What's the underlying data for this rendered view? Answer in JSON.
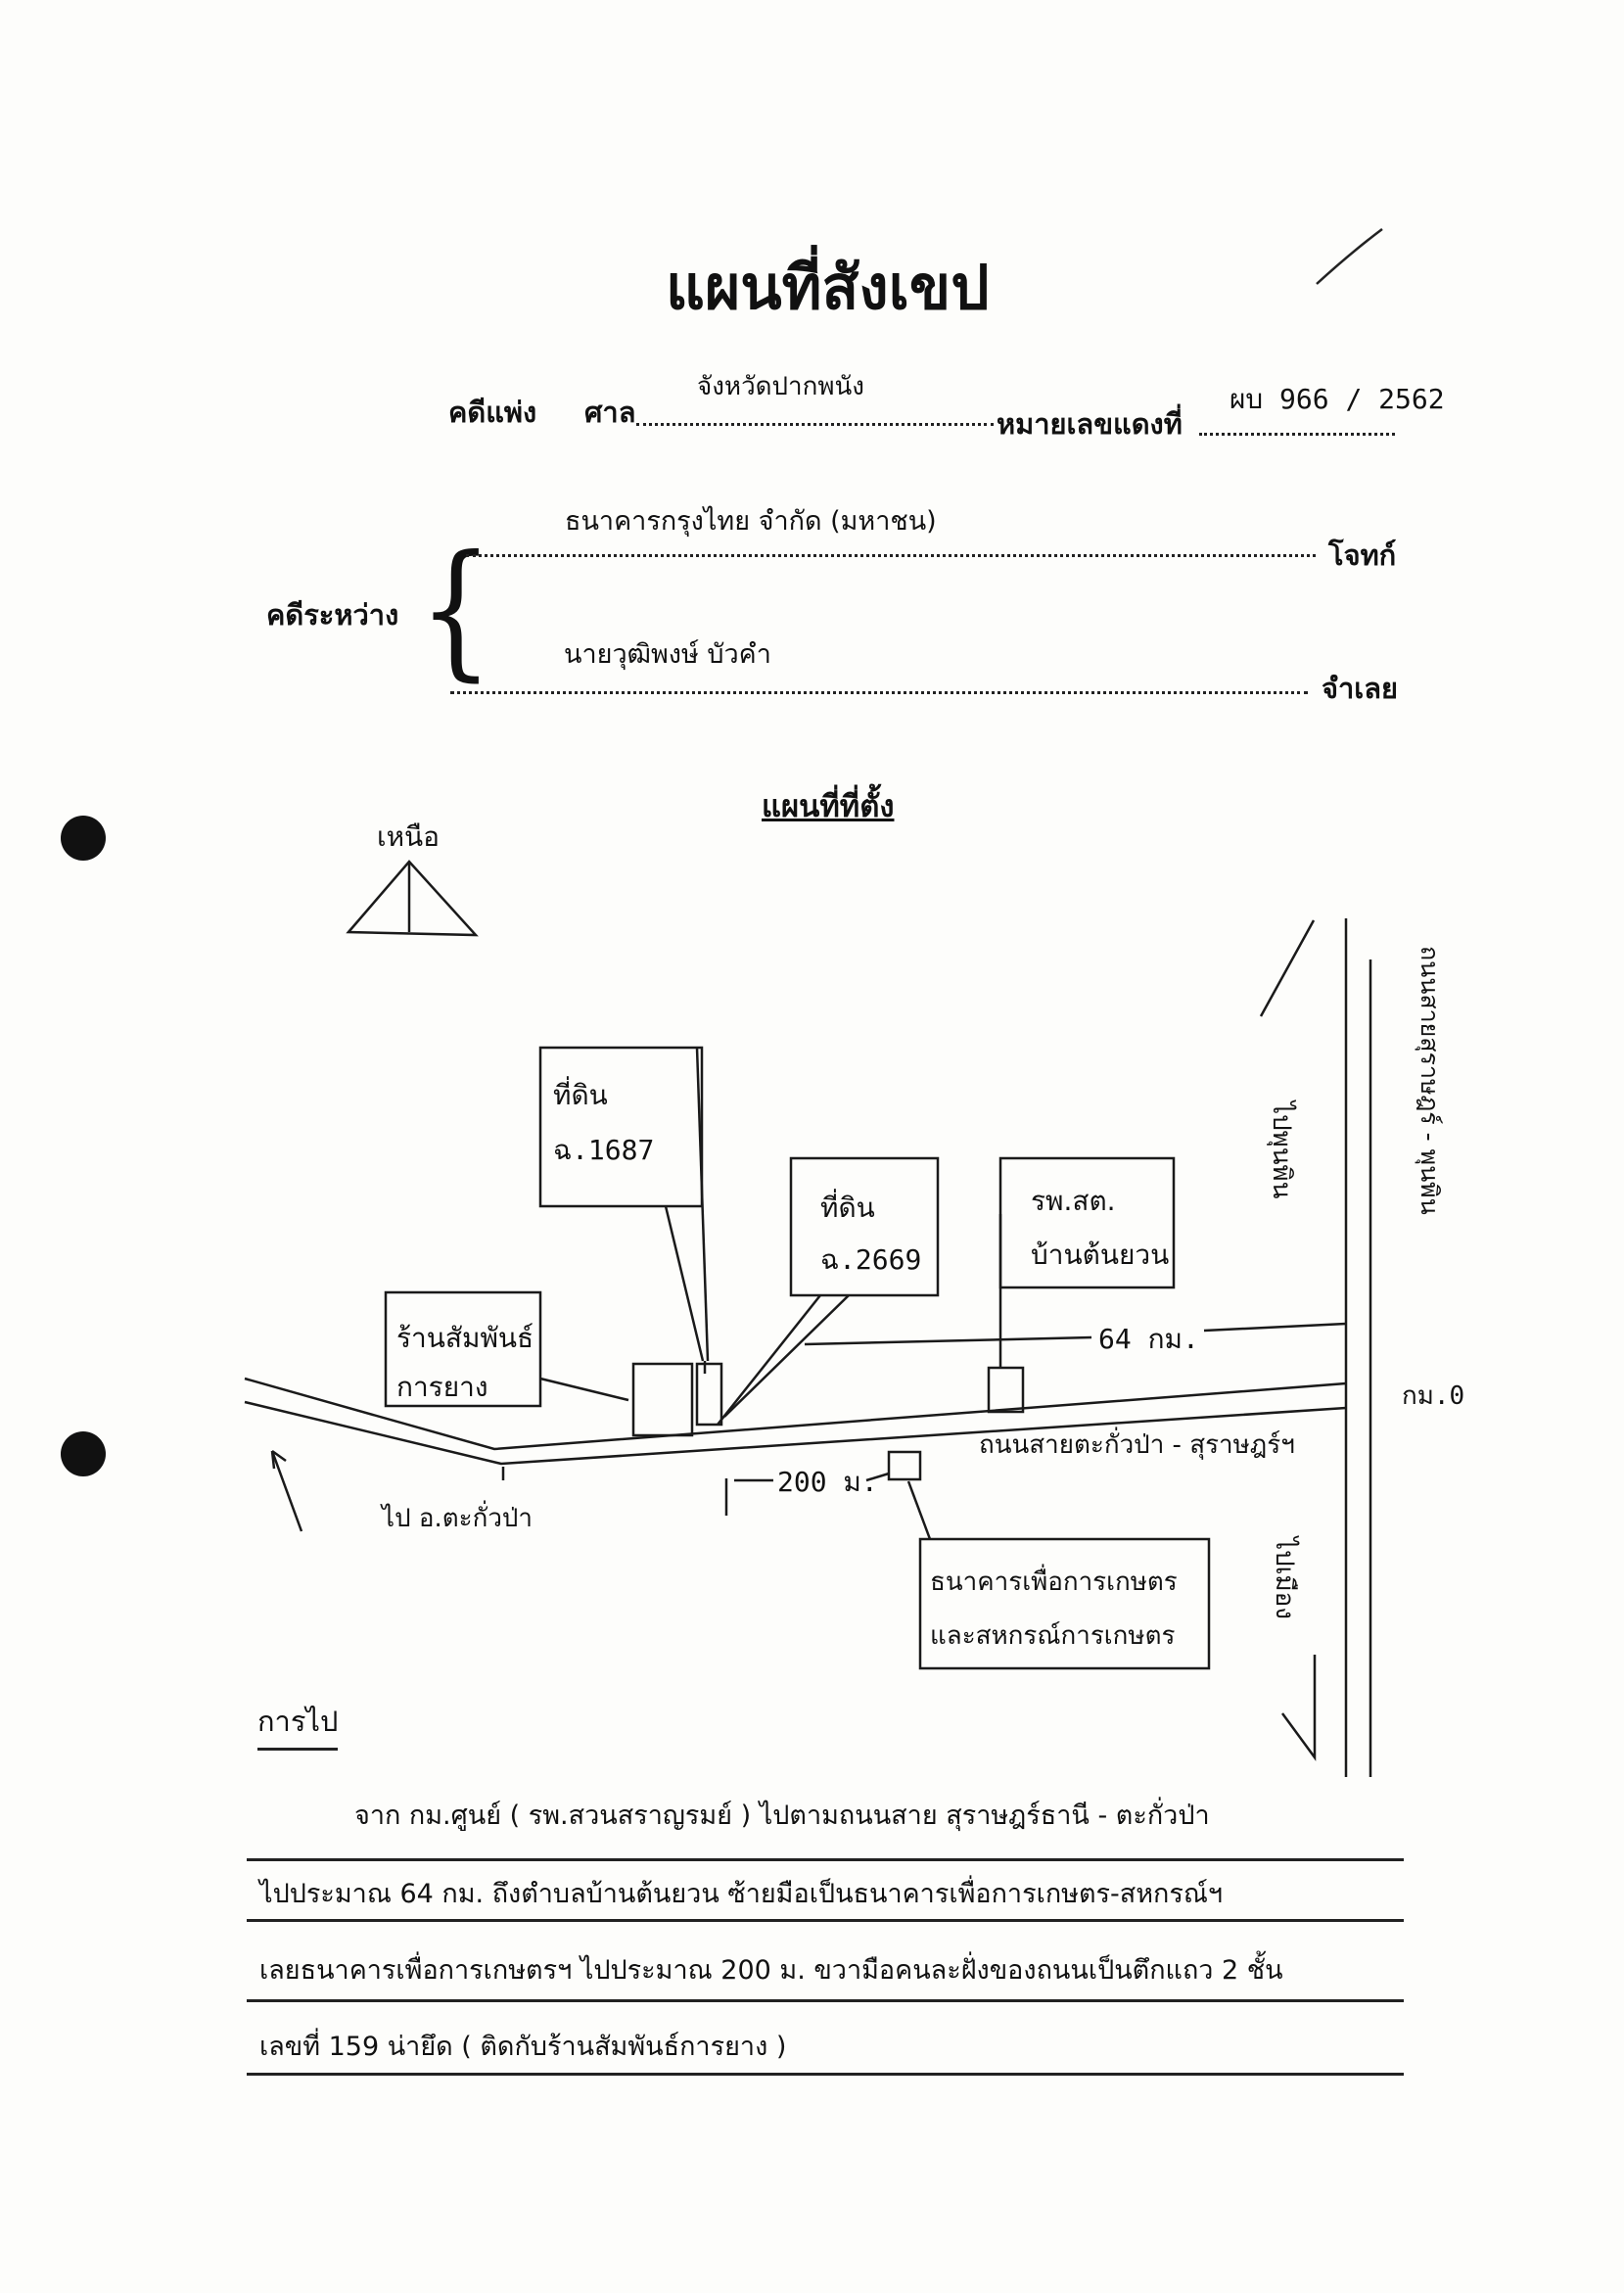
{
  "header": {
    "title": "แผนที่สังเขป",
    "case_label": "คดีแพ่ง",
    "court_label": "ศาล",
    "court_value": "จังหวัดปากพนัง",
    "red_no_label": "หมายเลขแดงที่",
    "red_no_value": "ผบ 966 / 2562",
    "between_label": "คดีระหว่าง",
    "plaintiff_value": "ธนาคารกรุงไทย จำกัด (มหาชน)",
    "plaintiff_label": "โจทก์",
    "defendant_value": "นายวุฒิพงษ์ บัวคำ",
    "defendant_label": "จำเลย"
  },
  "map": {
    "heading": "แผนที่ที่ตั้ง",
    "north_label": "เหนือ",
    "land1_line1": "ที่ดิน",
    "land1_line2": "ฉ.1687",
    "land2_line1": "ที่ดิน",
    "land2_line2": "ฉ.2669",
    "hospital_line1": "รพ.สต.",
    "hospital_line2": "บ้านต้นยวน",
    "shop_line1": "ร้านสัมพันธ์",
    "shop_line2": "การยาง",
    "bank_line1": "ธนาคารเพื่อการเกษตร",
    "bank_line2": "และสหกรณ์การเกษตร",
    "dist_64": "64 กม.",
    "dist_200": "200 ม.",
    "road_name": "ถนนสายตะกั่วป่า - สุราษฎร์ฯ",
    "to_takuapa": "ไป อ.ตะกั่วป่า",
    "to_phunphin": "ไปพุนพิน",
    "to_muang": "ไปเมือง",
    "road_vertical": "ถนนสายสุราษฎร์ - พุนพิน",
    "km0": "กม.0"
  },
  "directions": {
    "heading": "การไป",
    "line1": "จาก กม.ศูนย์ ( รพ.สวนสราญรมย์ ) ไปตามถนนสาย สุราษฎร์ธานี - ตะกั่วป่า",
    "line2": "ไปประมาณ 64 กม. ถึงตำบลบ้านต้นยวน ซ้ายมือเป็นธนาคารเพื่อการเกษตร-สหกรณ์ฯ",
    "line3": "เลยธนาคารเพื่อการเกษตรฯ ไปประมาณ 200 ม. ขวามือคนละฝั่งของถนนเป็นตึกแถว 2 ชั้น",
    "line4": "เลขที่ 159 น่ายึด ( ติดกับร้านสัมพันธ์การยาง )"
  }
}
